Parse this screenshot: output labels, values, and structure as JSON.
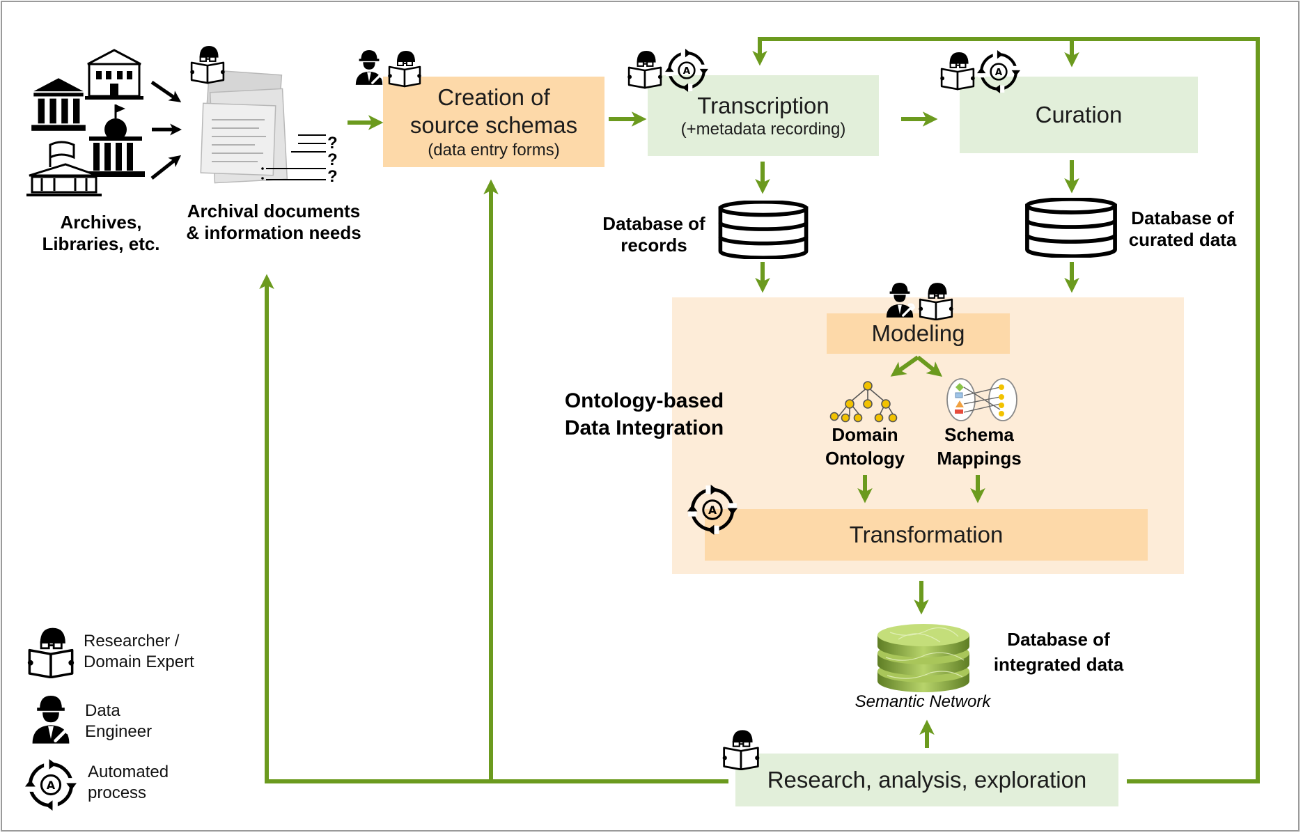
{
  "sources": {
    "label_line1": "Archives,",
    "label_line2": "Libraries, etc."
  },
  "documents": {
    "label_line1": "Archival documents",
    "label_line2": "& information needs",
    "question_mark": "?"
  },
  "boxes": {
    "creation": {
      "line1": "Creation of",
      "line2": "source schemas",
      "sub": "(data entry forms)"
    },
    "transcription": {
      "line1": "Transcription",
      "sub": "(+metadata recording)"
    },
    "curation": {
      "line1": "Curation"
    },
    "modeling": {
      "line1": "Modeling"
    },
    "transformation": {
      "line1": "Transformation"
    },
    "research": {
      "line1": "Research, analysis, exploration"
    }
  },
  "databases": {
    "records": {
      "line1": "Database of",
      "line2": "records"
    },
    "curated": {
      "line1": "Database of",
      "line2": "curated data"
    },
    "integrated": {
      "line1": "Database of",
      "line2": "integrated data",
      "caption": "Semantic Network"
    }
  },
  "integration": {
    "line1": "Ontology-based",
    "line2": "Data Integration"
  },
  "artifacts": {
    "domain_ontology": {
      "line1": "Domain",
      "line2": "Ontology"
    },
    "schema_mappings": {
      "line1": "Schema",
      "line2": "Mappings"
    }
  },
  "legend": {
    "researcher": {
      "line1": "Researcher  /",
      "line2": "Domain Expert"
    },
    "engineer": {
      "line1": "Data",
      "line2": "Engineer"
    },
    "automated": {
      "line1": "Automated",
      "line2": "process"
    }
  },
  "icons": {
    "automated_badge": "A",
    "names": [
      "building-icon",
      "document-stack-icon",
      "researcher-icon",
      "data-engineer-icon",
      "automated-process-icon",
      "database-icon",
      "ontology-tree-icon",
      "schema-mapping-icon",
      "semantic-network-icon"
    ]
  },
  "colors": {
    "arrow": "#6b9a1e",
    "orange_box": "#fdd9a9",
    "green_box": "#e2efda",
    "integration_area": "#fdecd8"
  }
}
